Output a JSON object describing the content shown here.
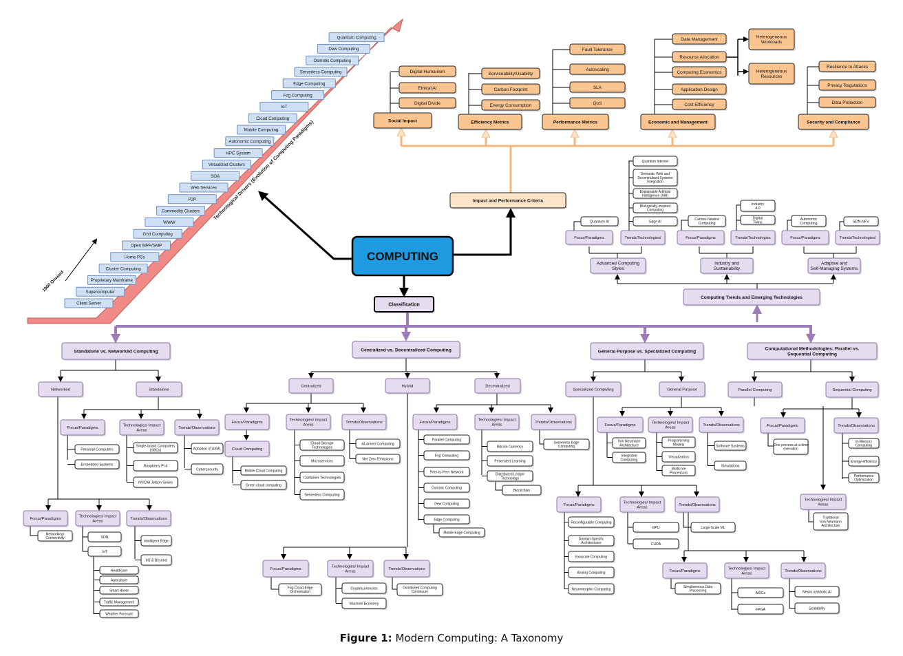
{
  "colors": {
    "main_fill": "#1e9be0",
    "purple_line": "#9b7bb8",
    "purple_fill": "#e6dcf0",
    "orange_line": "#f7b77a",
    "orange_fill": "#fbc592",
    "orange_light": "#fde4c8",
    "blue_step": "#cfe0f4",
    "red_arrow": "#f08a86"
  },
  "central": {
    "title": "COMPUTING"
  },
  "impact": {
    "title": "Impact and Performance Criteria",
    "categories": [
      {
        "label": "Social Impact",
        "items": [
          "Digital Humanism",
          "Ethical AI",
          "Digital Divide"
        ]
      },
      {
        "label": "Efficiency Metrics",
        "items": [
          "Serviceability/Usability",
          "Carbon Footprint",
          "Energy Consumption"
        ]
      },
      {
        "label": "Performance Metrics",
        "items": [
          "Fault Tolerance",
          "Autoscaling",
          "SLA",
          "QoS"
        ]
      },
      {
        "label": "Economic and Management",
        "items": [
          "Data Management",
          "Resource Allocation",
          "Computing Economics",
          "Application Design",
          "Cost-Efficiency"
        ],
        "sub": [
          "Heterogeneous Workloads",
          "Heterogeneous Resources"
        ]
      },
      {
        "label": "Security and Compliance",
        "items": [
          "Resilience to Attacks",
          "Privacy Regulations",
          "Data Protection"
        ]
      }
    ]
  },
  "evolution": {
    "label": "Technological Drivers (Evolution of Computing Paradigms)",
    "onward": "1960 Onward",
    "steps": [
      "Client Server",
      "Supercomputer",
      "Proprietary Mainframe",
      "Cluster Computing",
      "Home PCs",
      "Open MPP/SMP",
      "Grid Computing",
      "WWW",
      "Commodity Clusters",
      "P2P",
      "Web Services",
      "SOA",
      "Virtualized Clusters",
      "HPC System",
      "Autonomic Computing",
      "Mobile Computing",
      "Cloud Computing",
      "IoT",
      "Fog Computing",
      "Edge Computing",
      "Serverless Computing",
      "Osmotic Computing",
      "Dew Computing",
      "Quantum Computing"
    ]
  },
  "classification": {
    "title": "Classification"
  },
  "trends": {
    "title": "Computing Trends and Emerging Technologies",
    "groups": [
      {
        "label": "Advanced Computing Styles",
        "focus": "Focus/Paradigms",
        "focus_items": [
          "Quantum AI"
        ],
        "tech": "Trends/Technologies/",
        "tech_items": [
          "Quantum Internet",
          "Semantic Web and Decentralised Systems Integration",
          "Explainable Artificial Intelligence (XAI)",
          "Biologically-inspired Computing",
          "Edge AI"
        ]
      },
      {
        "label": "Industry and Sustainability",
        "focus": "Focus/Paradigms",
        "focus_items": [
          "Carbon-Neutral Computing"
        ],
        "tech": "Trends/Technologies",
        "tech_items": [
          "Industry 4.0",
          "Digital Twins"
        ]
      },
      {
        "label": "Adaptive and Self-Managing Systems",
        "focus": "Focus/Paradigms",
        "focus_items": [
          "Autonomic Computing"
        ],
        "tech": "Trends/Technologies/",
        "tech_items": [
          "SDN-NFV"
        ]
      }
    ]
  },
  "branches": {
    "standalone": {
      "title": "Standalone vs. Networked Computing",
      "networked": {
        "label": "Networked",
        "focus": "Focus/Paradigms",
        "focus_items": [
          "Networking/ Connectivity"
        ],
        "tech": "Technologies/ Impact Areas",
        "tech_items": [
          "SDN",
          "IoT"
        ],
        "iot_items": [
          "Healthcare",
          "Agriculture",
          "Smart Home",
          "Traffic Management",
          "Weather Forecast"
        ],
        "trends": "Trends/Observations",
        "trend_items": [
          "Intelligent Edge",
          "6G & Beyond"
        ]
      },
      "standalone": {
        "label": "Standalone",
        "focus": "Focus/Paradigms",
        "focus_items": [
          "Personal Computers",
          "Embedded Systems"
        ],
        "tech": "Technologies/ Impact Areas",
        "tech_items": [
          "Single-board Computers (SBCs)",
          "Raspberry Pi 4",
          "NVIDIA Jetson Series"
        ],
        "trends": "Trends/Observations",
        "trend_items": [
          "Adoption of AI/ML",
          "Cybersecurity"
        ]
      }
    },
    "centralized": {
      "title": "Centralized vs. Decentralized Computing",
      "centralized": {
        "label": "Centralized",
        "focus": "Focus/Paradigms",
        "focus_items": [
          "Cloud Computing"
        ],
        "cloud_items": [
          "Mobile Cloud Computing",
          "Green cloud computing"
        ],
        "tech": "Technologies/ Impact Areas",
        "tech_items": [
          "Cloud Storage Technologies",
          "Microservices",
          "Container Technologies",
          "Serverless Computing"
        ],
        "trends": "Trends/Observations",
        "trend_items": [
          "AI-driven Computing",
          "Net Zero Emissions"
        ]
      },
      "hybrid": {
        "label": "Hybrid",
        "focus": "Focus/Paradigms",
        "focus_items": [
          "Fog-Cloud-Edge Orchestration"
        ],
        "tech": "Technologies/ Impact Areas",
        "tech_items": [
          "Cryptocurrencies",
          "Machine Economy"
        ],
        "trends": "Trends/Observations",
        "trend_items": [
          "Distributed Computing Continuum"
        ]
      },
      "decentralized": {
        "label": "Decentralized",
        "focus": "Focus/Paradigms",
        "focus_items": [
          "Parallel Computing",
          "Fog Computing",
          "Peer-to-Peer Network",
          "Osmotic Computing",
          "Dew Computing",
          "Edge Computing",
          "Mobile Edge Computing"
        ],
        "tech": "Technologies/ Impact Areas",
        "tech_items": [
          "Bitcoin Currency",
          "Federated Learning",
          "Distributed Ledger Technology",
          "Blockchain"
        ],
        "trends": "Trends/Observations",
        "trend_items": [
          "Serverless Edge Computing"
        ]
      }
    },
    "general": {
      "title": "General Purpose vs. Specialized Computing",
      "specialized": {
        "label": "Specialized Computing",
        "focus": "Focus/Paradigms",
        "focus_items": [
          "Reconfigurable Computing",
          "Domain-Specific Architectures",
          "Exascale Computing",
          "Analog Computing",
          "Neuromorphic Computing"
        ],
        "tech": "Technologies/ Impact Areas",
        "tech_items": [
          "GPU",
          "CUDA"
        ],
        "trends": "Trends/Observations",
        "trend_items": [
          "Large-Scale ML"
        ]
      },
      "general": {
        "label": "General Purpose",
        "focus": "Focus/Paradigms",
        "focus_items": [
          "Von Neumann Architecture",
          "Integrated Computing"
        ],
        "tech": "Technologies/ Impact Areas",
        "tech_items": [
          "Programming Models",
          "Virtualization",
          "Multicore Processors"
        ],
        "trends": "Trends/Observations",
        "trend_items": [
          "Software Systems",
          "Simulations"
        ]
      },
      "bottom": {
        "focus": "Focus/Paradigms",
        "focus_items": [
          "Simultaneous Data Processing"
        ],
        "tech": "Technologies/ Impact Areas",
        "tech_items": [
          "ASICs",
          "FPGA"
        ],
        "trends": "Trends/Observations",
        "trend_items": [
          "Neuro-symbolic AI",
          "Scalability"
        ]
      }
    },
    "methodologies": {
      "title": "Computational Methodologies: Parallel vs. Sequential Computing",
      "parallel": {
        "label": "Parallel Computing"
      },
      "sequential": {
        "label": "Sequential Computing",
        "focus": "Focus/Paradigms",
        "focus_items": [
          "One-process-at-a-time execution"
        ],
        "tech": "Technologies/ Impact Areas",
        "tech_items": [
          "Traditional Von Neumann Architecture"
        ],
        "trends": "Trends/Observations",
        "trend_items": [
          "In-Memory Computing",
          "Energy-efficiency",
          "Performance Optimization"
        ]
      }
    }
  },
  "caption": {
    "prefix": "Figure 1:",
    "text": "Modern Computing: A Taxonomy"
  }
}
